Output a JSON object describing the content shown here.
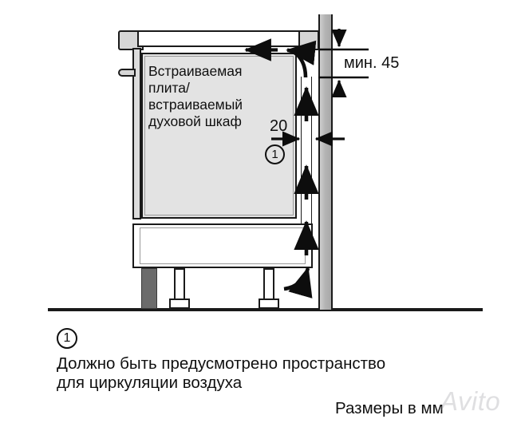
{
  "diagram": {
    "appliance_label": "Встраиваемая\nплита/\nвстраиваемый\nдуховой шкаф",
    "gap_dimension": "20",
    "rear_clearance_label": "мин. 45",
    "callout_marker": "1",
    "icons": {
      "airflow_up": "arrow-up-icon",
      "airflow_left": "arrow-left-icon",
      "airflow_curve_top": "curved-arrow-icon",
      "airflow_curve_bottom": "curved-arrow-icon",
      "dimension_arrow": "dimension-arrow-icon"
    }
  },
  "notes": {
    "marker": "1",
    "text": "Должно быть предусмотрено пространство\nдля циркуляции воздуха",
    "units": "Размеры в мм"
  },
  "watermark": {
    "text": "Avito"
  },
  "colors": {
    "ink": "#1a1a1a",
    "appliance_fill": "#e3e3e3",
    "panel_fill": "#d6d6d6",
    "wall_fill": "#b4b4b4",
    "plinth_fill": "#6b6b6b",
    "floor": "#1a1a1a"
  }
}
